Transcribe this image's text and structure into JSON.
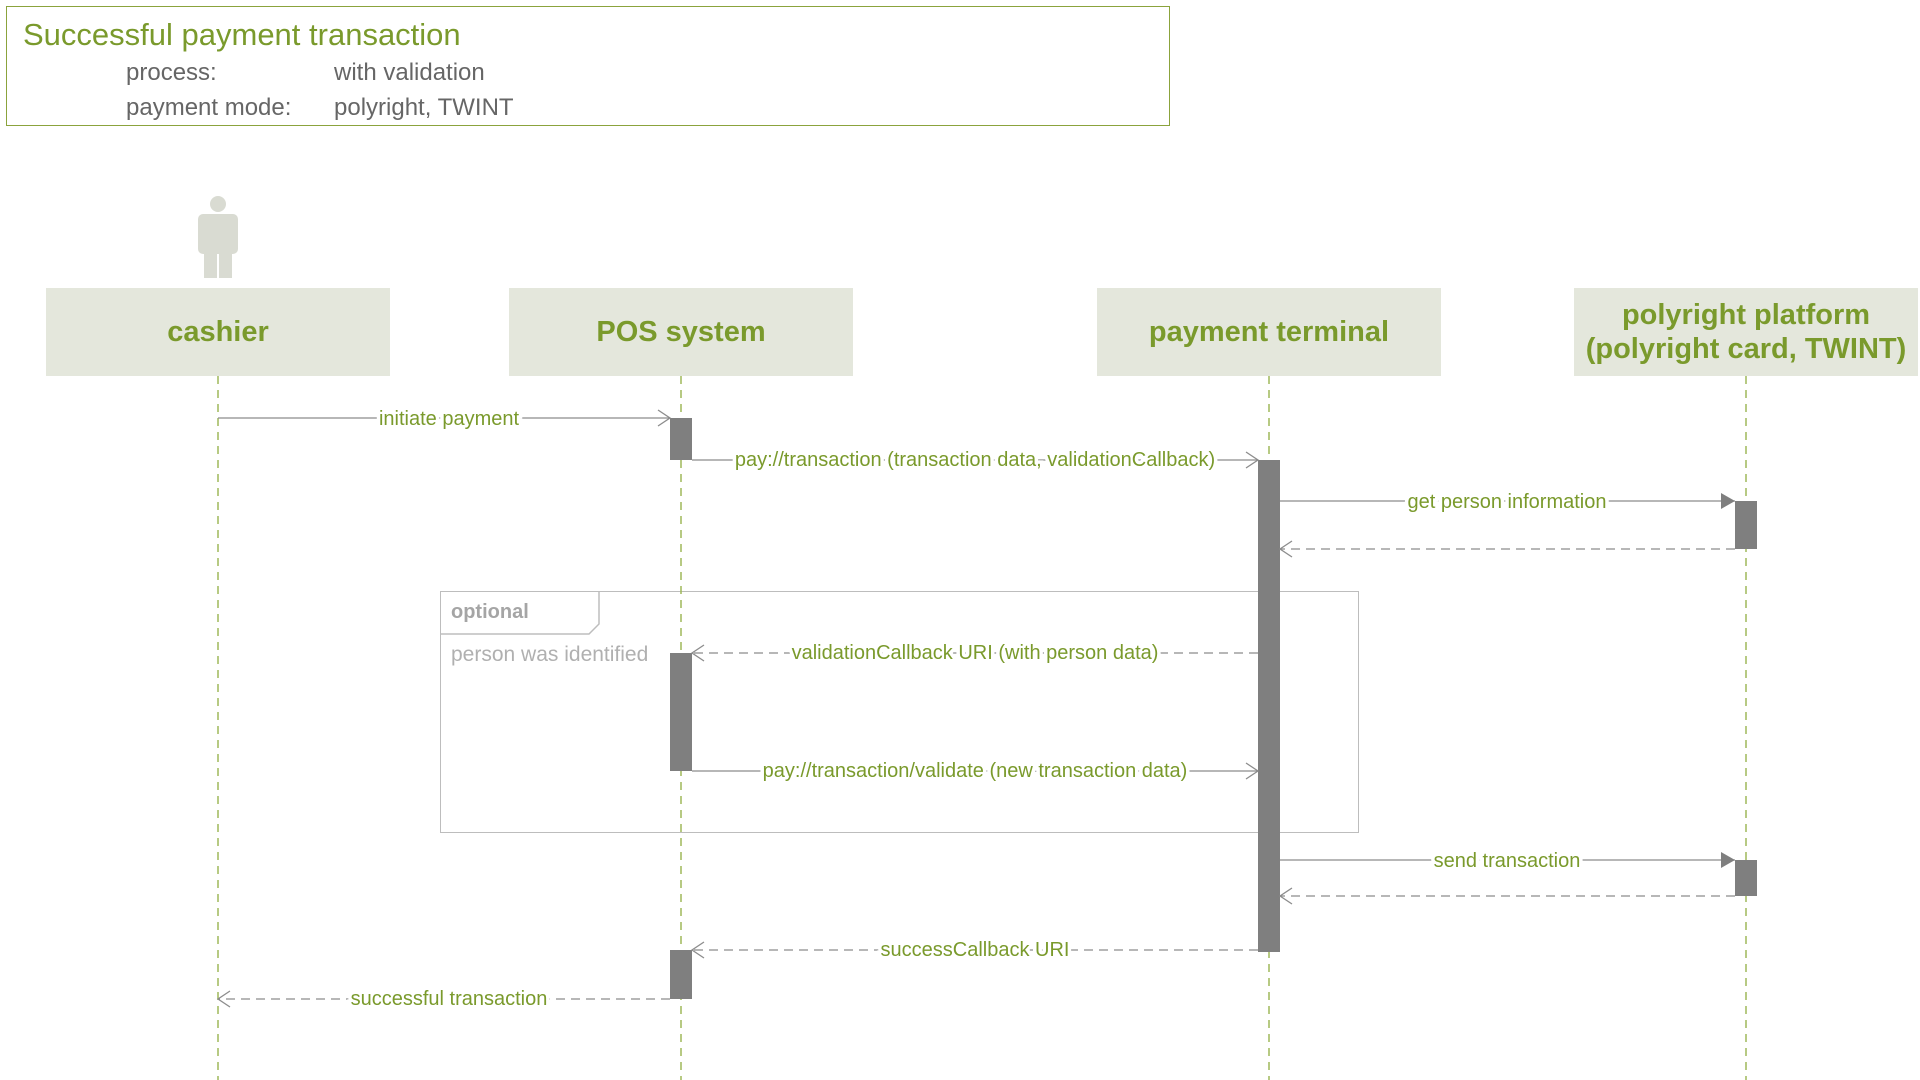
{
  "header": {
    "title": "Successful payment transaction",
    "process_label": "process:",
    "process_value": "with validation",
    "payment_mode_label": "payment mode:",
    "payment_mode_value": "polyright, TWINT"
  },
  "participants": [
    {
      "id": "cashier",
      "label": "cashier",
      "is_actor": true
    },
    {
      "id": "pos",
      "label": "POS system"
    },
    {
      "id": "terminal",
      "label": "payment terminal"
    },
    {
      "id": "platform",
      "label": "polyright platform\n(polyright card, TWINT)"
    }
  ],
  "optional_frame": {
    "operator": "optional",
    "guard": "person was identified"
  },
  "messages": [
    {
      "from": "cashier",
      "to": "pos",
      "label": "initiate payment",
      "kind": "async"
    },
    {
      "from": "pos",
      "to": "terminal",
      "label": "pay://transaction (transaction data, validationCallback)",
      "kind": "async"
    },
    {
      "from": "terminal",
      "to": "platform",
      "label": "get person information",
      "kind": "sync"
    },
    {
      "from": "platform",
      "to": "terminal",
      "label": "",
      "kind": "reply"
    },
    {
      "from": "terminal",
      "to": "pos",
      "label": "validationCallback URI (with person data)",
      "kind": "reply"
    },
    {
      "from": "pos",
      "to": "terminal",
      "label": "pay://transaction/validate (new transaction data)",
      "kind": "async"
    },
    {
      "from": "terminal",
      "to": "platform",
      "label": "send transaction",
      "kind": "sync"
    },
    {
      "from": "platform",
      "to": "terminal",
      "label": "",
      "kind": "reply"
    },
    {
      "from": "terminal",
      "to": "pos",
      "label": "successCallback URI",
      "kind": "reply"
    },
    {
      "from": "pos",
      "to": "cashier",
      "label": "successful transaction",
      "kind": "reply"
    }
  ],
  "colors": {
    "accent": "#7a9a2c",
    "frame_border": "#8ba33c",
    "participant_fill": "#e4e7dc",
    "lifeline": "#9fb85a",
    "activation": "#7f7f7f",
    "message_line": "#8c8c8c",
    "actor_icon": "#d9dbd2"
  }
}
